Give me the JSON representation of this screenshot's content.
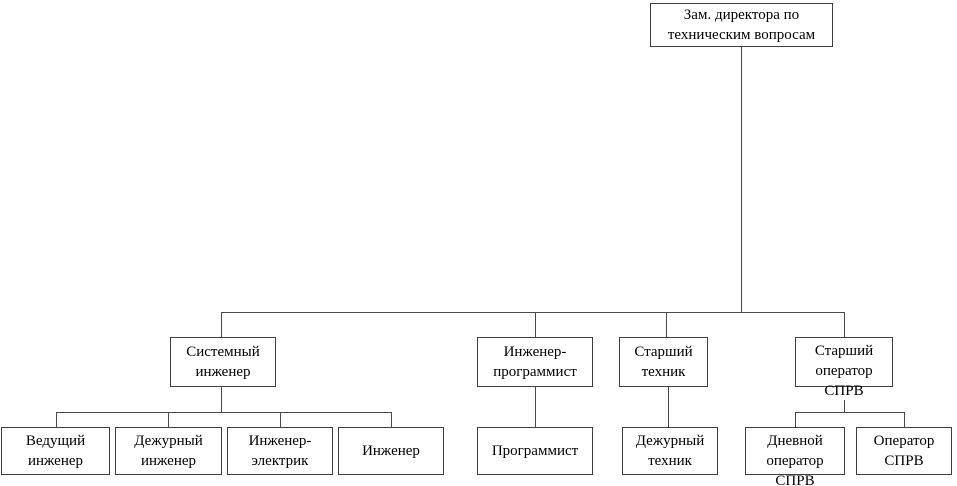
{
  "colors": {
    "background": "#ffffff",
    "box_border": "#404040",
    "connector_line": "#4a4a4a",
    "text": "#000000"
  },
  "nodes": {
    "deputy_director": "Зам. директора по\nтехническим вопросам",
    "system_engineer": "Системный\nинженер",
    "software_engineer": "Инженер-\nпрограммист",
    "senior_technician": "Старший\nтехник",
    "senior_operator_sprv": "Старший\nоператор\nСПРВ",
    "lead_engineer": "Ведущий\nинженер",
    "duty_engineer": "Дежурный\nинженер",
    "electrical_engineer": "Инженер-\nэлектрик",
    "engineer": "Инженер",
    "programmer": "Программист",
    "duty_technician": "Дежурный\nтехник",
    "day_operator_sprv": "Дневной\nоператор\nСПРВ",
    "operator_sprv": "Оператор\nСПРВ"
  },
  "hierarchy": {
    "Зам. директора по техническим вопросам": [
      "Системный инженер",
      "Инженер-программист",
      "Старший техник",
      "Старший оператор СПРВ"
    ],
    "Системный инженер": [
      "Ведущий инженер",
      "Дежурный инженер",
      "Инженер-электрик",
      "Инженер"
    ],
    "Инженер-программист": [
      "Программист"
    ],
    "Старший техник": [
      "Дежурный техник"
    ],
    "Старший оператор СПРВ": [
      "Дневной оператор СПРВ",
      "Оператор СПРВ"
    ]
  }
}
